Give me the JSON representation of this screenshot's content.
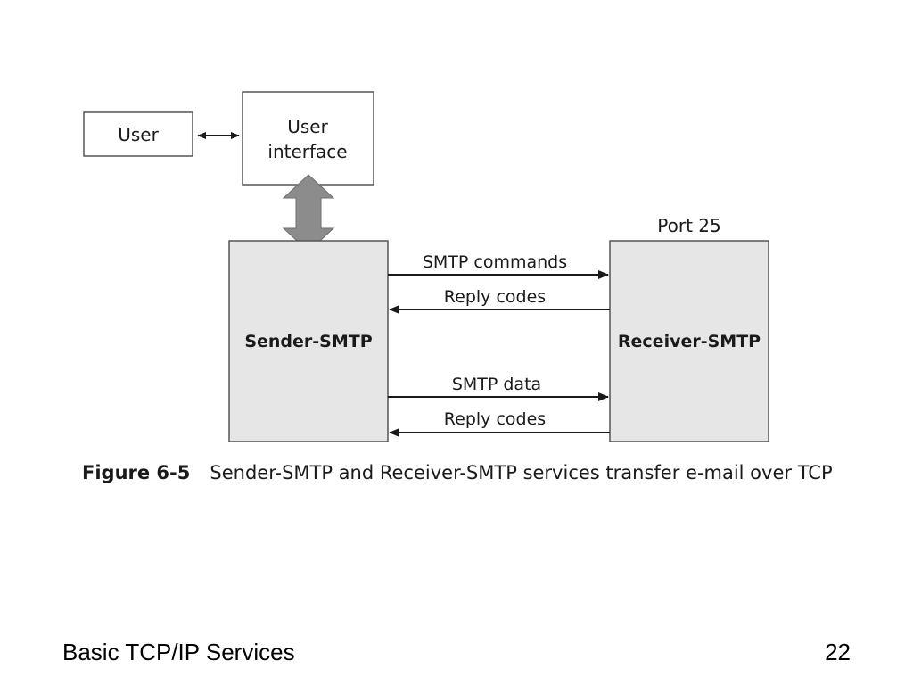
{
  "diagram": {
    "user_label": "User",
    "user_interface_line1": "User",
    "user_interface_line2": "interface",
    "port_label": "Port 25",
    "sender_label": "Sender-SMTP",
    "receiver_label": "Receiver-SMTP",
    "arrows": {
      "smtp_commands": "SMTP commands",
      "reply_codes_1": "Reply codes",
      "smtp_data": "SMTP data",
      "reply_codes_2": "Reply codes"
    },
    "colors": {
      "box_fill": "#e6e6e6",
      "box_stroke": "#555555",
      "double_arrow_fill": "#8c8c8c"
    }
  },
  "caption": {
    "figure_label": "Figure 6-5",
    "text": "Sender-SMTP and Receiver-SMTP services transfer e-mail over TCP"
  },
  "footer": {
    "title": "Basic TCP/IP Services",
    "page_number": "22"
  }
}
